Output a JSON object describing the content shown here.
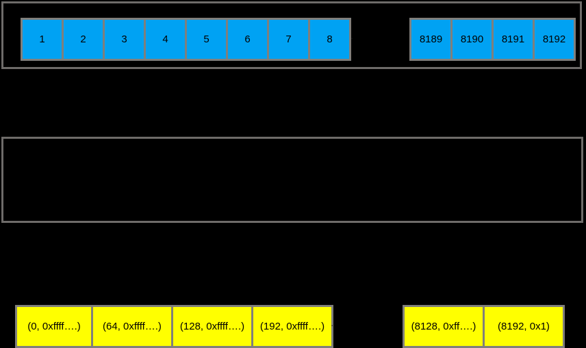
{
  "diagram": {
    "background_color": "#000000",
    "frame_border_color": "#6e6b69",
    "cell_border_color": "#807f7c",
    "page_cell_color": "#00a2f3",
    "descriptor_cell_color": "#ffff00",
    "ellipsis_glyph": "·"
  },
  "page_frame_array": {
    "head_cells": [
      {
        "label": "1"
      },
      {
        "label": "2"
      },
      {
        "label": "3"
      },
      {
        "label": "4"
      },
      {
        "label": "5"
      },
      {
        "label": "6"
      },
      {
        "label": "7"
      },
      {
        "label": "8"
      }
    ],
    "tail_cells": [
      {
        "label": "8189"
      },
      {
        "label": "8190"
      },
      {
        "label": "8191"
      },
      {
        "label": "8192"
      }
    ]
  },
  "descriptor_array": {
    "head_cells": [
      {
        "label": "(0, 0xffff….)"
      },
      {
        "label": "(64, 0xffff….)"
      },
      {
        "label": "(128, 0xffff….)"
      },
      {
        "label": "(192, 0xffff….)"
      }
    ],
    "tail_cells": [
      {
        "label": "(8128, 0xff….)"
      },
      {
        "label": "(8192, 0x1)"
      }
    ]
  }
}
